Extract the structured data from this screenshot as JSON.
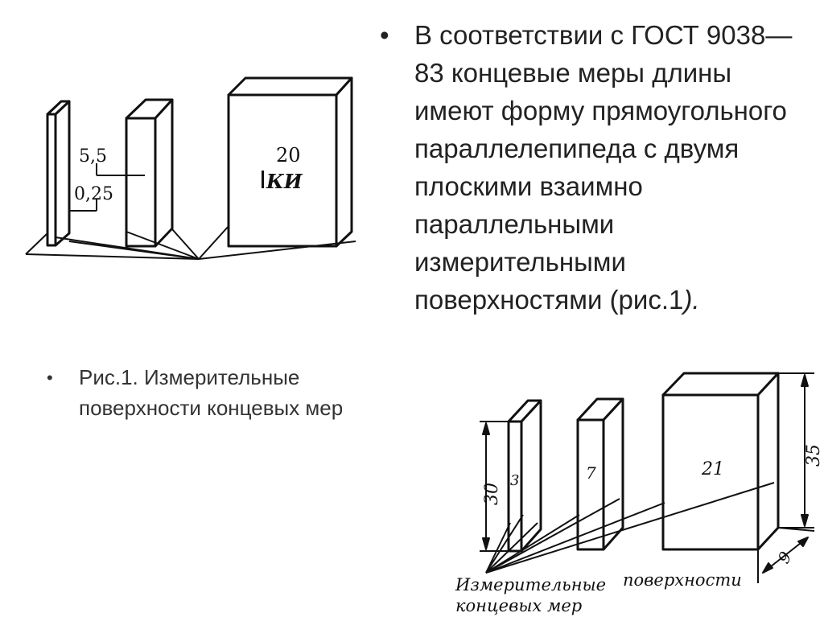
{
  "slide": {
    "main_bullet": {
      "marker": "•",
      "text": "В соответствии с ГОСТ 9038—83 концевые меры длины имеют форму прямоугольного параллелепипеда с двумя плоскими взаимно параллельными измерительными поверхностями (рис.1",
      "text_tail": ")."
    },
    "caption_bullet": {
      "marker": "•",
      "text": "Рис.1. Измерительные поверхности концевых мер"
    }
  },
  "figure_top": {
    "dim_upper": "5,5",
    "dim_lower": "0,25",
    "block_number": "20",
    "block_mark": "КИ"
  },
  "figure_bottom": {
    "dim_left": "30",
    "dim_right": "35",
    "dim_depth": "9",
    "block_labels": [
      "3",
      "7",
      "21"
    ],
    "caption_line1_a": "Измерительные",
    "caption_line1_b": "поверхности",
    "caption_line2": "концевых мер"
  }
}
